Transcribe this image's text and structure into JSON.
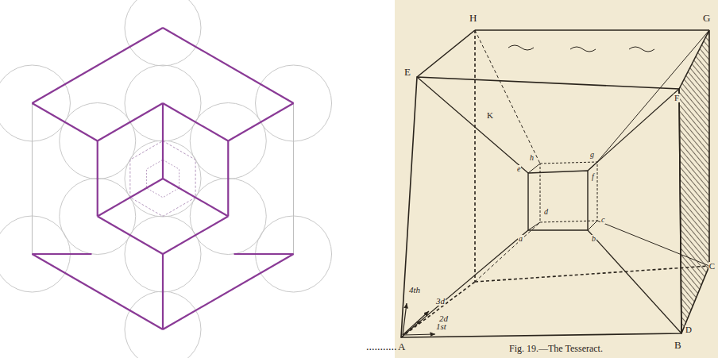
{
  "diagram": {
    "caption": "Fig. 19.—The Tesseract.",
    "labels": [
      "H",
      "G",
      "E",
      "F",
      "A",
      "B",
      "C",
      "D",
      "K",
      "h",
      "g",
      "e",
      "f",
      "a",
      "b",
      "d",
      "c",
      "3d",
      "4th",
      "2d",
      "1st",
      "..........."
    ]
  }
}
